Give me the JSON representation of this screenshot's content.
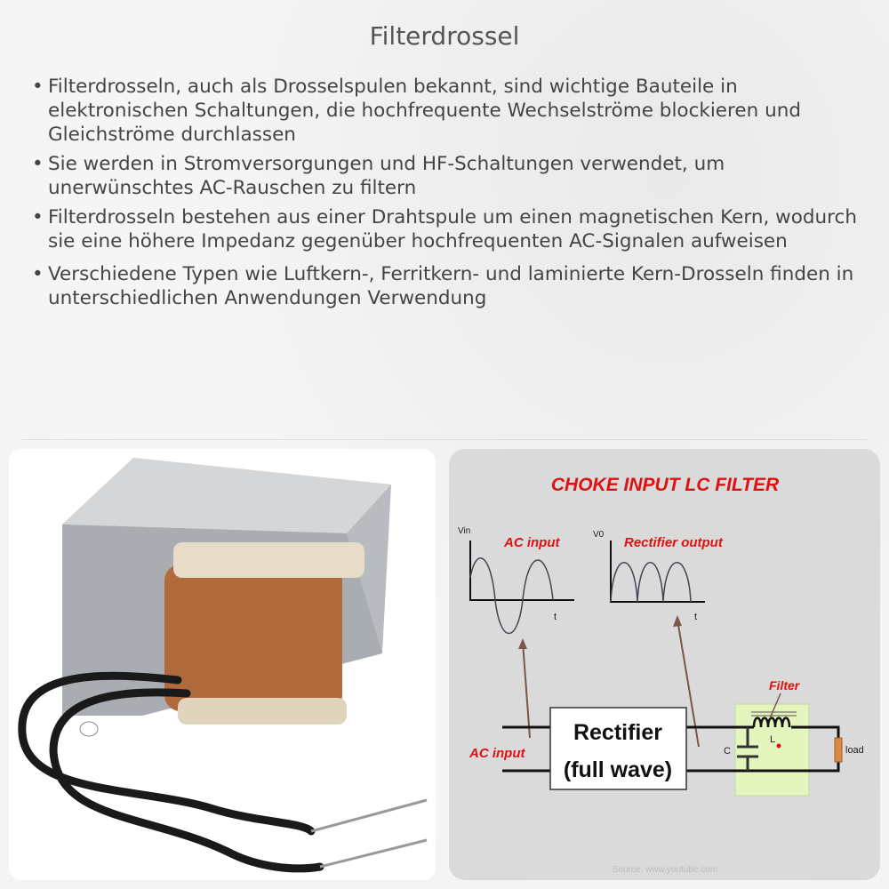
{
  "title": "Filterdrossel",
  "bullets": [
    "Filterdrosseln, auch als Drosselspulen bekannt, sind wichtige Bauteile in elektronischen Schaltungen, die hochfrequente Wechselströme blockieren und Gleichströme durchlassen",
    "Sie werden in Stromversorgungen und HF-Schaltungen verwendet, um unerwünschtes AC-Rauschen zu filtern",
    "Filterdrosseln bestehen aus einer Drahtspule um einen magnetischen Kern, wodurch sie eine höhere Impedanz gegenüber hochfrequenten AC-Signalen aufweisen",
    "Verschiedene Typen wie Luftkern-, Ferritkern- und laminierte Kern-Drosseln finden in unterschiedlichen Anwendungen Verwendung"
  ],
  "diagram": {
    "title": "CHOKE INPUT LC FILTER",
    "vin": "Vin",
    "v0": "V0",
    "ac_input_graph_label": "AC input",
    "rectifier_output_label": "Rectifier output",
    "t1": "t",
    "t2": "t",
    "rectifier_line1": "Rectifier",
    "rectifier_line2": "(full wave)",
    "ac_input_label": "AC input",
    "filter_label": "Filter",
    "c_label": "C",
    "l_label": "L",
    "load_label": "load",
    "source": "Source: www.youtube.com",
    "accent_red": "#e01010",
    "filter_green": "#e3f4bd"
  }
}
